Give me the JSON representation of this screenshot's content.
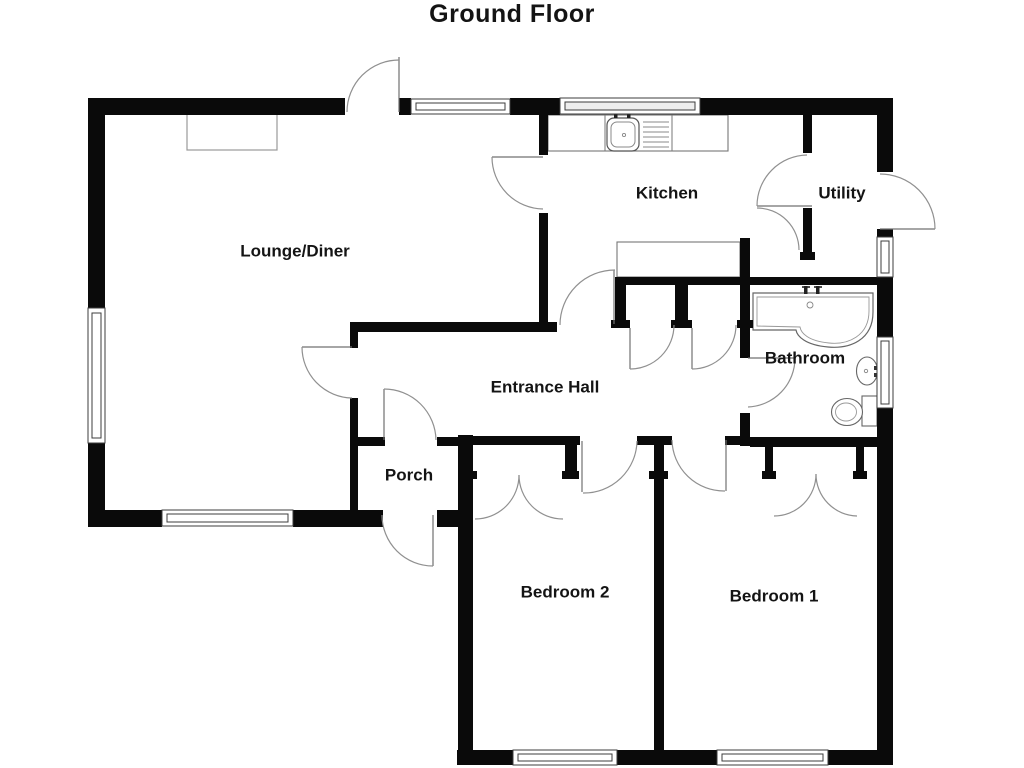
{
  "title": "Ground Floor",
  "plan": {
    "rooms": [
      {
        "id": "lounge",
        "label": "Lounge/Diner"
      },
      {
        "id": "kitchen",
        "label": "Kitchen"
      },
      {
        "id": "utility",
        "label": "Utility"
      },
      {
        "id": "bathroom",
        "label": "Bathroom"
      },
      {
        "id": "hall",
        "label": "Entrance Hall"
      },
      {
        "id": "porch",
        "label": "Porch"
      },
      {
        "id": "bedroom2",
        "label": "Bedroom 2"
      },
      {
        "id": "bedroom1",
        "label": "Bedroom 1"
      }
    ],
    "colors": {
      "wall": "#0a0a0a",
      "door_arc": "#909090",
      "fixture_line": "#666666",
      "background": "#ffffff",
      "text": "#141414"
    }
  }
}
